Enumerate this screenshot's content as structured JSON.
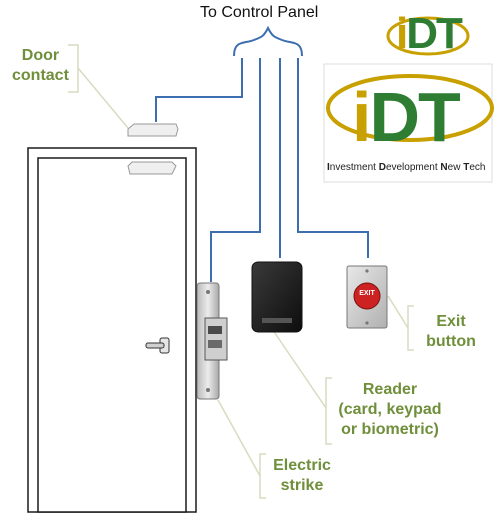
{
  "header": {
    "title": "To Control Panel"
  },
  "labels": {
    "door_contact": [
      "Door",
      "contact"
    ],
    "exit_button": [
      "Exit",
      "button"
    ],
    "reader": [
      "Reader",
      "(card, keypad",
      "or biometric)"
    ],
    "electric_strike": [
      "Electric",
      "strike"
    ]
  },
  "logo": {
    "brand_i": "i",
    "brand_dt": "DT",
    "tagline_parts": [
      "I",
      "nvestment ",
      "D",
      "evelopment ",
      "N",
      "ew ",
      "T",
      "ech"
    ]
  },
  "exit_button_face": "EXIT",
  "colors": {
    "label_green": "#6f8f3a",
    "wire_blue": "#3d6fb0",
    "callout_line": "#d7dcc0",
    "logo_gold": "#c8a000",
    "logo_green": "#2e7d32",
    "exit_red": "#cc2222"
  }
}
